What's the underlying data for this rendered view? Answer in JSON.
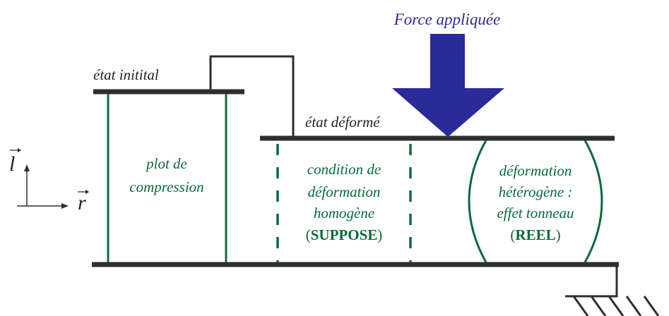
{
  "labels": {
    "force": "Force appliquée",
    "initial_state": "état initital",
    "deformed_state": "état déformé"
  },
  "axes": {
    "l": "l",
    "r": "r"
  },
  "blocks": {
    "plot": {
      "line1": "plot de",
      "line2": "compression"
    },
    "homogeneous": {
      "line1": "condition de",
      "line2": "déformation",
      "line3": "homogène",
      "tag_open": "(",
      "tag": "SUPPOSE",
      "tag_close": ")"
    },
    "barrel": {
      "line1": "déformation",
      "line2": "hétérogène :",
      "line3": "effet tonneau",
      "tag_open": "(",
      "tag": "REEL",
      "tag_close": ")"
    }
  },
  "colors": {
    "plates": "#2e2e2e",
    "specimen": "#0a6a3a",
    "arrow": "#2a2a9a",
    "force_text": "#2a2a9a",
    "text": "#222222"
  }
}
